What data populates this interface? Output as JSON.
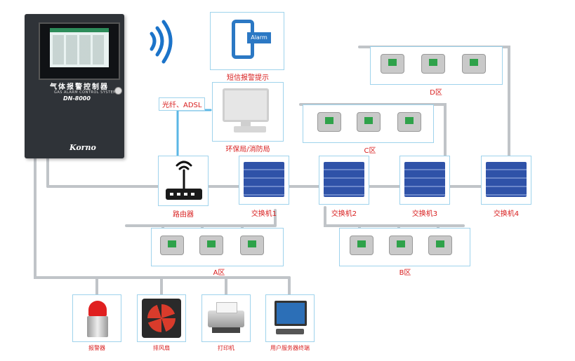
{
  "controller": {
    "title": "气体报警控制器",
    "subtitle": "GAS ALARM CONTROL SYSTEM",
    "model": "DN-8000",
    "brand": "Korno"
  },
  "network": {
    "fiber_label": "光纤、ADSL",
    "router_label": "路由器",
    "switch_labels": [
      "交换机1",
      "交换机2",
      "交换机3",
      "交换机4"
    ]
  },
  "endpoints": {
    "sms_label": "短信报警提示",
    "sms_phone_text": "Alarm",
    "env_label": "环保局/消防局"
  },
  "zones": {
    "a": "A区",
    "b": "B区",
    "c": "C区",
    "d": "D区"
  },
  "outputs": {
    "alarm": "报警器",
    "fan": "排风扇",
    "printer": "打印机",
    "terminal": "用户服务器终端"
  },
  "colors": {
    "cable": "#c0c4c8",
    "border": "#9fd3ec",
    "label": "#d81e1e",
    "switch": "#2f52a8",
    "detector": "#c9c9c9"
  }
}
